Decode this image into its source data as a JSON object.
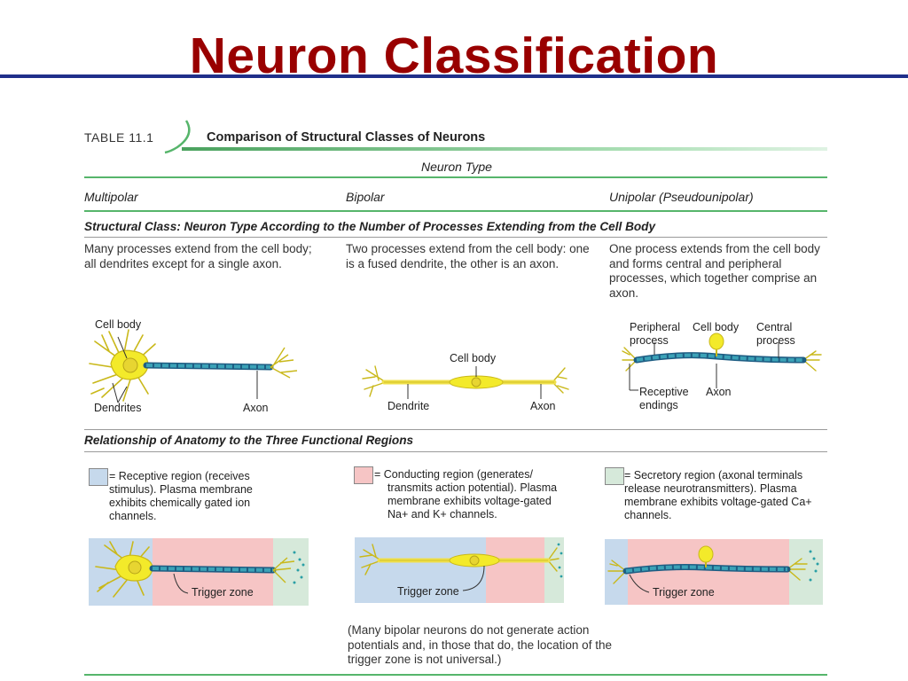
{
  "slide": {
    "title": "Neuron Classification"
  },
  "table": {
    "number": "TABLE 11.1",
    "caption": "Comparison of Structural Classes of Neurons",
    "neuron_type_header": "Neuron Type",
    "columns": [
      "Multipolar",
      "Bipolar",
      "Unipolar (Pseudounipolar)"
    ],
    "structural_heading": "Structural Class: Neuron Type According to the Number of Processes Extending from the Cell Body",
    "structural_text": [
      "Many processes extend from the cell body; all dendrites except for a single axon.",
      "Two processes extend from the cell body: one is a fused dendrite, the other is an axon.",
      "One process extends from the cell body and forms central and peripheral processes, which together comprise an axon."
    ],
    "diagram_labels": {
      "multipolar": {
        "cell_body": "Cell body",
        "dendrites": "Dendrites",
        "axon": "Axon"
      },
      "bipolar": {
        "cell_body": "Cell body",
        "dendrite": "Dendrite",
        "axon": "Axon"
      },
      "unipolar": {
        "peripheral": "Peripheral process",
        "cell_body": "Cell body",
        "central": "Central process",
        "receptive": "Receptive endings",
        "axon": "Axon"
      }
    },
    "functional_heading": "Relationship of Anatomy to the Three Functional Regions",
    "regions": [
      {
        "name": "receptive",
        "color": "#c6d9ec",
        "text": "= Receptive region (receives stimulus). Plasma membrane exhibits chemically gated ion channels."
      },
      {
        "name": "conducting",
        "color": "#f6c5c5",
        "text_line1": "= Conducting region (generates/",
        "text_rest": "transmits action potential). Plasma membrane exhibits voltage-gated Na+ and K+ channels."
      },
      {
        "name": "secretory",
        "color": "#d6e9da",
        "text": "= Secretory region (axonal terminals release neurotransmitters). Plasma membrane exhibits voltage-gated Ca+ channels."
      }
    ],
    "trigger_zone_label": "Trigger zone",
    "footnote": "(Many bipolar neurons do not generate action potentials and, in those that do, the location of the trigger zone is not universal.)"
  }
}
